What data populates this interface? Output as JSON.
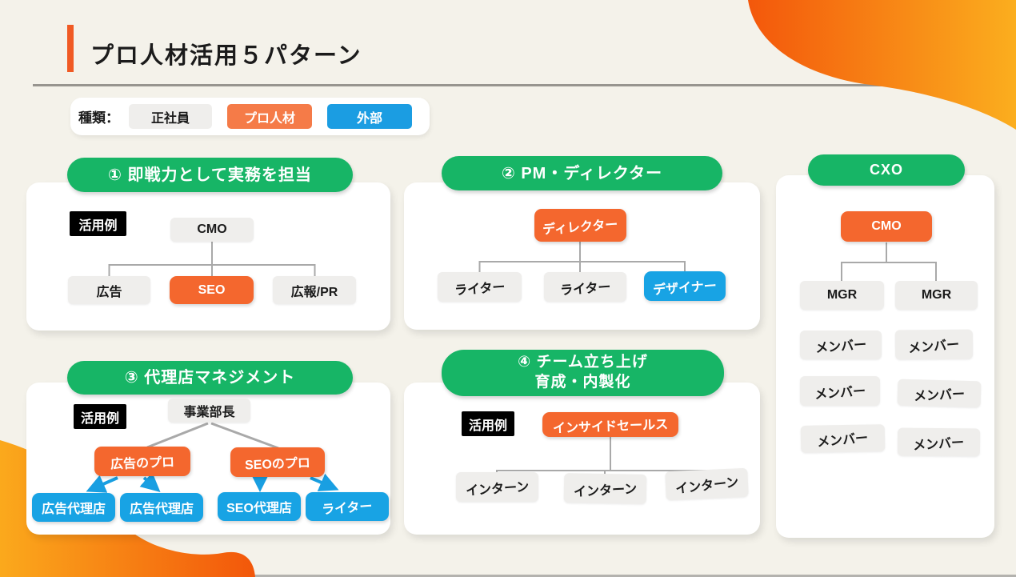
{
  "page": {
    "title": "プロ人材活用５パターン"
  },
  "legend": {
    "label": "種類：",
    "items": [
      {
        "label": "正社員",
        "type": "employee",
        "color": "#efeeec"
      },
      {
        "label": "プロ人材",
        "type": "pro",
        "color": "#f57b48"
      },
      {
        "label": "外部",
        "type": "external",
        "color": "#1b9de2"
      }
    ]
  },
  "colors": {
    "green": "#17b566",
    "orange": "#f4672e",
    "blue": "#18a3e4",
    "gray_node": "#efeeec",
    "background": "#f4f2ea"
  },
  "panels": {
    "p1": {
      "title": "① 即戦力として実務を担当",
      "example_label": "活用例",
      "root": "CMO",
      "children": [
        "広告",
        "SEO",
        "広報/PR"
      ]
    },
    "p2": {
      "title": "② PM・ディレクター",
      "root": "ディレクター",
      "children": [
        "ライター",
        "ライター",
        "デザイナー"
      ]
    },
    "p3": {
      "title": "③ 代理店マネジメント",
      "example_label": "活用例",
      "root": "事業部長",
      "mid": [
        "広告のプロ",
        "SEOのプロ"
      ],
      "leaves": [
        "広告代理店",
        "広告代理店",
        "SEO代理店",
        "ライター"
      ]
    },
    "p4": {
      "title_line1": "④ チーム立ち上げ",
      "title_line2": "育成・内製化",
      "example_label": "活用例",
      "root": "インサイドセールス",
      "children": [
        "インターン",
        "インターン",
        "インターン"
      ]
    },
    "p5": {
      "title": "CXO",
      "root": "CMO",
      "managers": [
        "MGR",
        "MGR"
      ],
      "members": [
        "メンバー",
        "メンバー",
        "メンバー",
        "メンバー",
        "メンバー",
        "メンバー"
      ]
    }
  }
}
